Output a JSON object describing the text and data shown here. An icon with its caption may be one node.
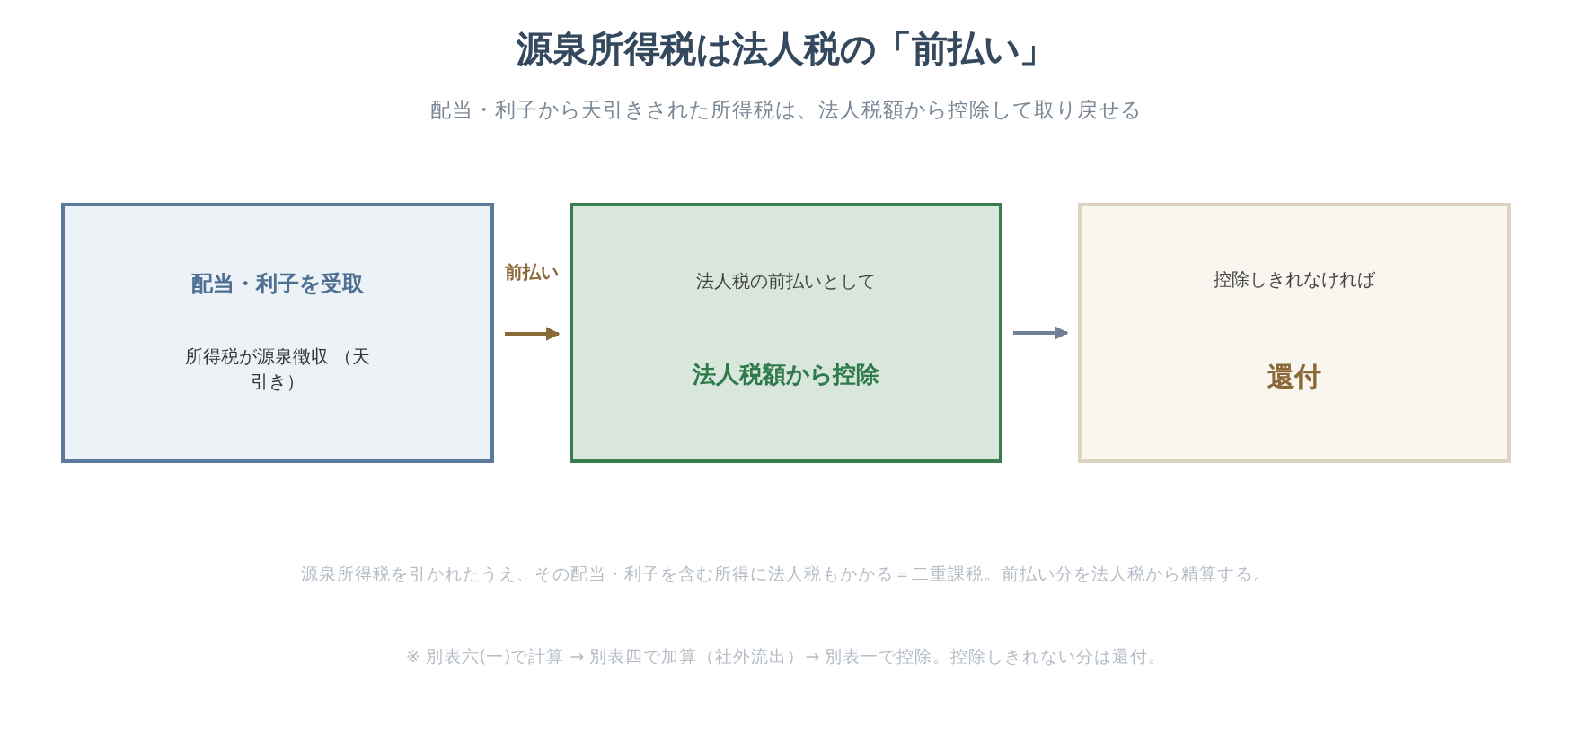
{
  "diagram": {
    "title": "源泉所得税は法人税の「前払い」",
    "nodes": [
      {
        "text": [
          "配当・利子を受取",
          "所得税が源泉徴収 （天引き）"
        ]
      },
      {
        "text": [
          "法人税の前払いとして",
          "法人税額から控除"
        ]
      },
      {
        "text": [
          "控除しきれなければ",
          "還付"
        ]
      }
    ],
    "edges": [
      {
        "from": 0,
        "to": 1,
        "arrow": "to",
        "label": "前払い",
        "color": "#8b6a3a"
      },
      {
        "from": 1,
        "to": 2,
        "arrow": "to",
        "color": "#6f8196"
      }
    ],
    "labels": [
      "配当・利子から天引きされた所得税は、法人税額から控除して取り戻せる",
      "源泉所得税を引かれたうえ、その配当・利子を含む所得に法人税もかかる＝二重課税。前払い分を法人税から精算する。",
      "※ 別表六(一)で計算 → 別表四で加算（社外流出）→ 別表一で控除。控除しきれない分は還付。"
    ]
  }
}
